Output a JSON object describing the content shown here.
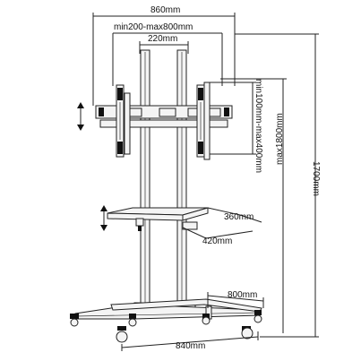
{
  "dimensions": {
    "width_top": "860mm",
    "vesa_horizontal": "min200-max800mm",
    "pole_spacing": "220mm",
    "vesa_vertical": "min100mm-max400mm",
    "max_height": "max1800mm",
    "total_height": "1700mm",
    "shelf_width": "360mm",
    "shelf_depth": "420mm",
    "base_depth": "800mm",
    "base_width": "840mm"
  }
}
